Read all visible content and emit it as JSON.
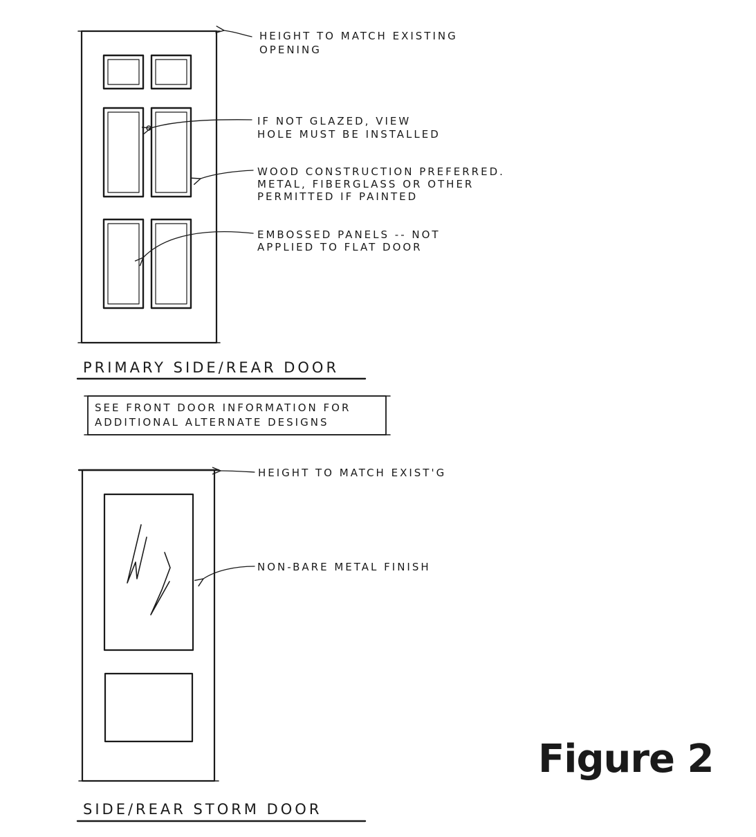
{
  "figure_label": "Figure 2",
  "primary_door": {
    "title": "PRIMARY SIDE/REAR DOOR",
    "notes": {
      "height": [
        "HEIGHT TO MATCH EXISTING",
        "OPENING"
      ],
      "view_hole": [
        "IF NOT GLAZED, VIEW",
        "HOLE MUST BE INSTALLED"
      ],
      "construction": [
        "WOOD CONSTRUCTION PREFERRED.",
        "METAL, FIBERGLASS OR OTHER",
        "PERMITTED IF PAINTED"
      ],
      "panels": [
        "EMBOSSED PANELS -- NOT",
        "APPLIED TO FLAT DOOR"
      ]
    }
  },
  "info_box": [
    "SEE FRONT DOOR INFORMATION FOR",
    "ADDITIONAL ALTERNATE DESIGNS"
  ],
  "storm_door": {
    "title": "SIDE/REAR STORM DOOR",
    "notes": {
      "height": "HEIGHT TO MATCH EXIST'G",
      "finish": "NON-BARE METAL FINISH"
    }
  }
}
